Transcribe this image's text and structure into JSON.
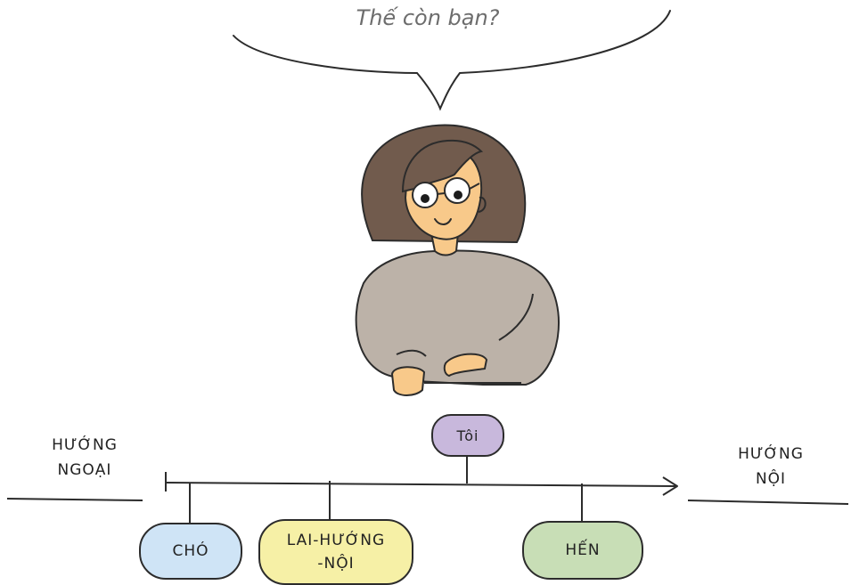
{
  "speech": {
    "text": "Thế còn bạn?"
  },
  "scale": {
    "left_label_line1": "HƯỚNG",
    "left_label_line2": "NGOẠI",
    "right_label_line1": "HƯỚNG",
    "right_label_line2": "NỘI"
  },
  "markers": {
    "self": {
      "label": "Tôi",
      "color": "#c8b8dc"
    },
    "dog": {
      "label": "CHÓ",
      "color": "#cfe4f6"
    },
    "ambivert": {
      "label_line1": "LAI-HƯỚNG",
      "label_line2": "-NỘI",
      "color": "#f6f0a6"
    },
    "cat": {
      "label": "HẾN",
      "color": "#c8deb6"
    }
  },
  "colors": {
    "hair": "#715b4d",
    "skin": "#f8c98a",
    "sweater": "#bcb2a8",
    "outline": "#2c2c2c"
  }
}
